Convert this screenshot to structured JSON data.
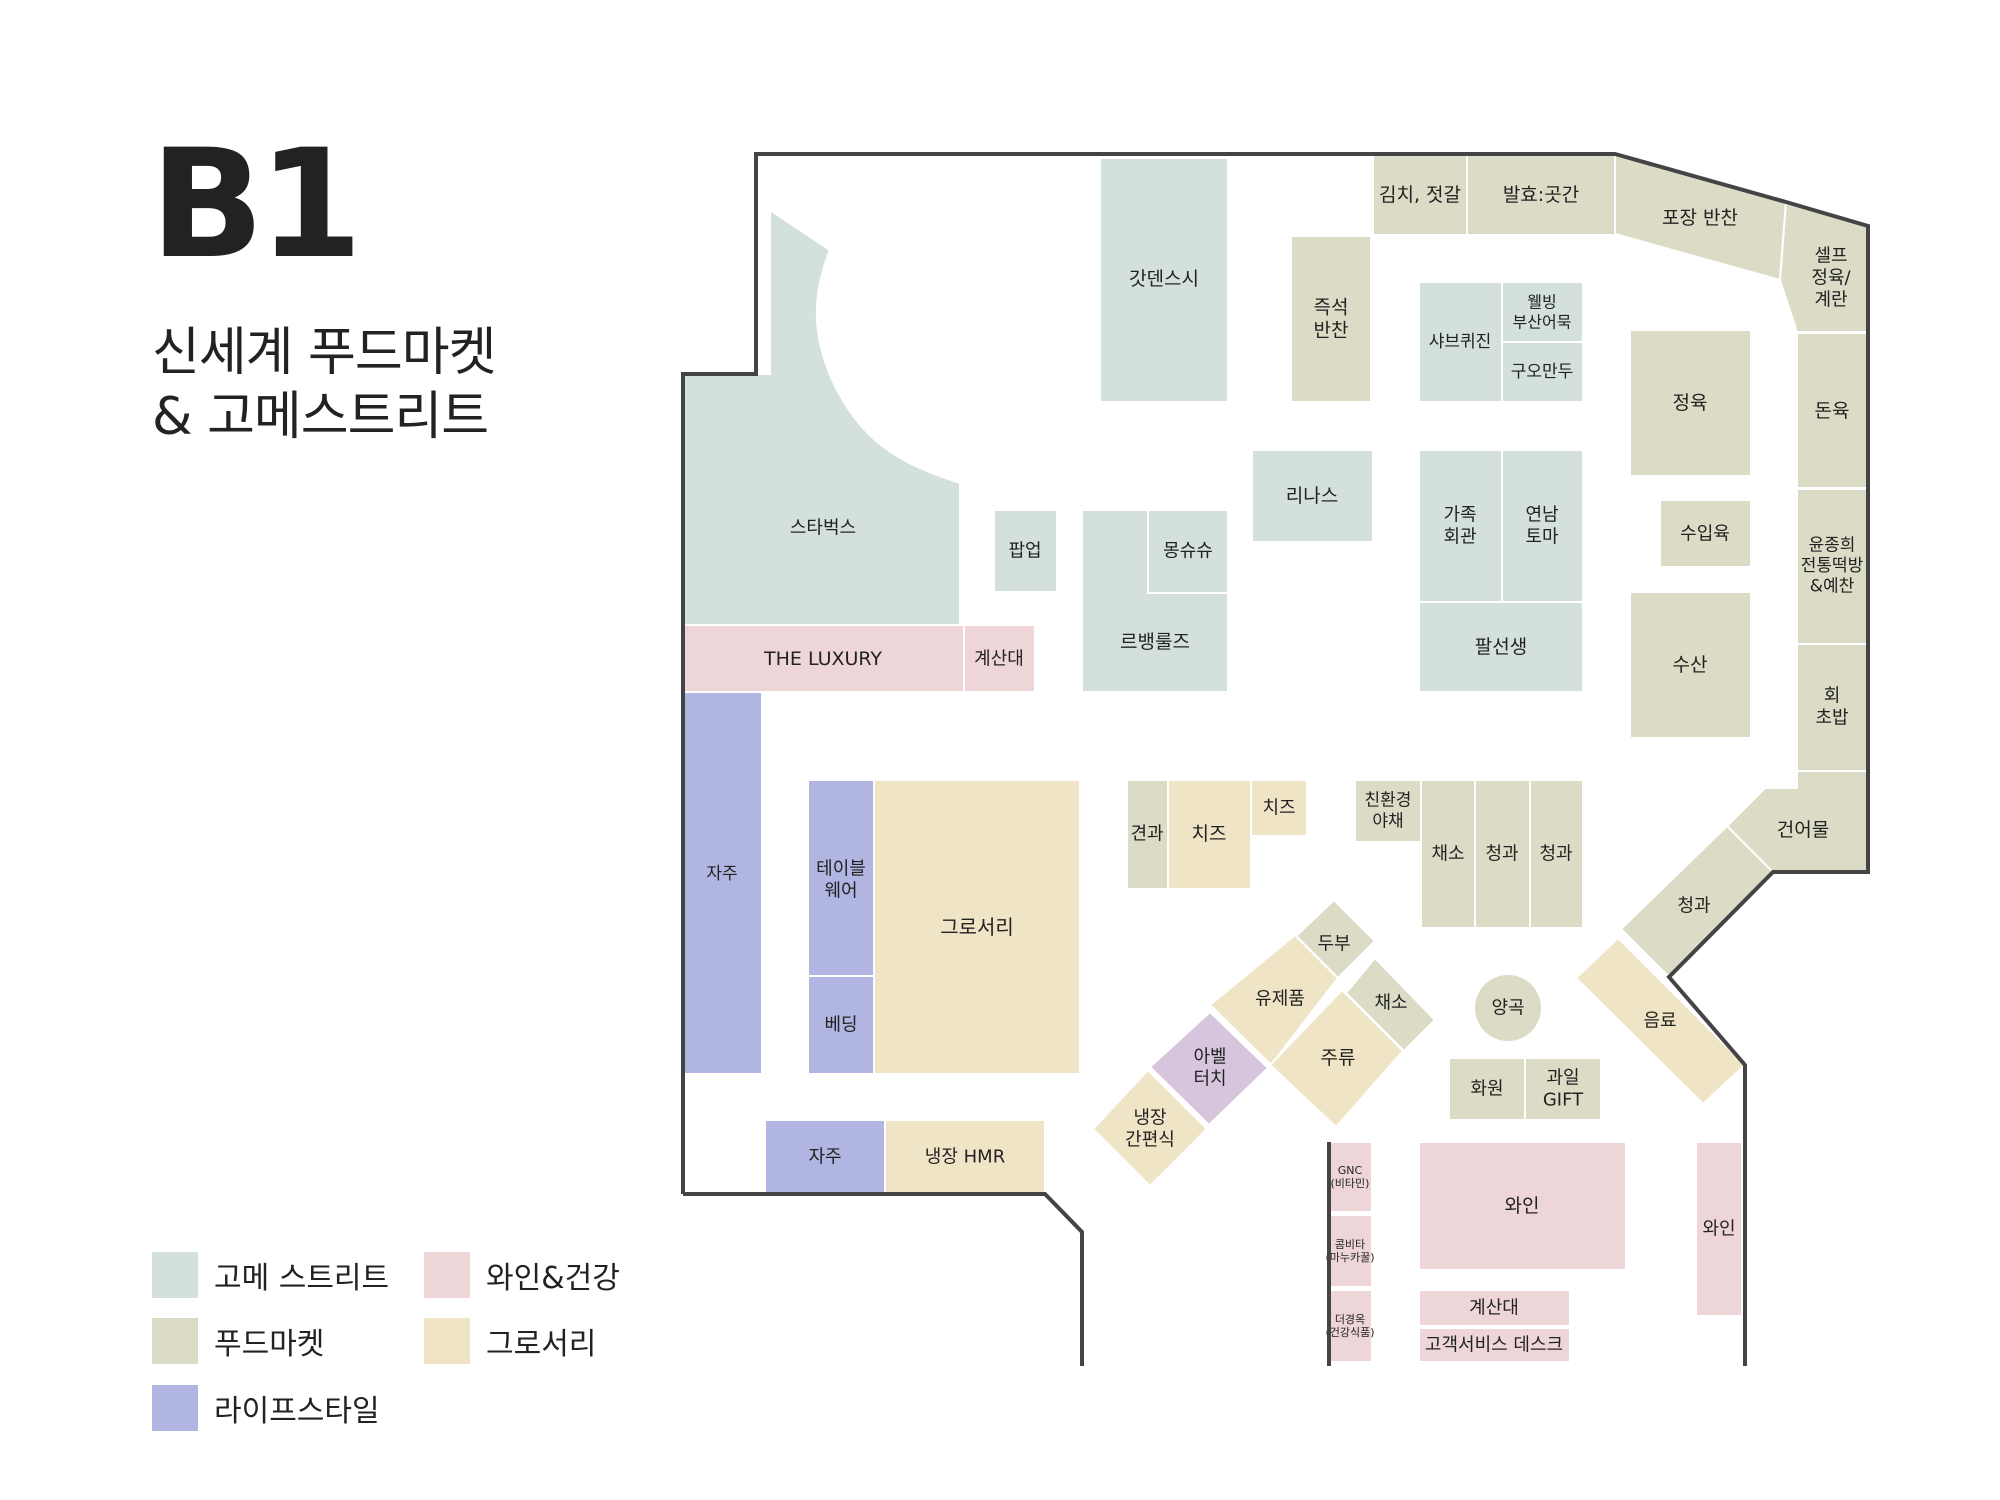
{
  "floor": "B1",
  "title_line1": "신세계 푸드마켓",
  "title_line2": "& 고메스트리트",
  "colors": {
    "gourmet": "#d3e0dc",
    "foodmarket": "#dbdbc6",
    "lifestyle": "#b1b5e1",
    "wine": "#eed6d8",
    "grocery": "#f0e4c7",
    "abel": "#d6c5dd",
    "wall": "#444444"
  },
  "legend": [
    {
      "label": "고메 스트리트",
      "color": "#d3e0dc"
    },
    {
      "label": "와인&건강",
      "color": "#eed6d8"
    },
    {
      "label": "푸드마켓",
      "color": "#dbdbc6"
    },
    {
      "label": "그로서리",
      "color": "#f0e4c7"
    },
    {
      "label": "라이프스타일",
      "color": "#b1b5e1"
    }
  ],
  "stores": {
    "starbucks": "스타벅스",
    "gatdensushi": "갓덴스시",
    "jeukseok": [
      "즉석",
      "반찬"
    ],
    "kimchi": "김치, 젓갈",
    "balhyo": "발효:곳간",
    "pojang": "포장 반찬",
    "self": [
      "셀프",
      "정육/",
      "계란"
    ],
    "shabu": "샤브퀴진",
    "wellbing": [
      "웰빙",
      "부산어묵"
    ],
    "guo": "구오만두",
    "jeongyuk": "정육",
    "donyuk": "돈육",
    "linas": "리나스",
    "gajok": [
      "가족",
      "회관"
    ],
    "yeonnam": [
      "연남",
      "토마"
    ],
    "suipyuk": "수입육",
    "yunjonghui": [
      "윤종희",
      "전통떡방",
      "&예찬"
    ],
    "popup": "팝업",
    "mongshu": "몽슈슈",
    "lebengrules": "르뱅룰즈",
    "palseon": "팔선생",
    "susan": "수산",
    "hoe": [
      "회",
      "초밥"
    ],
    "luxury": "THE LUXURY",
    "checkout1": "계산대",
    "jaju1": "자주",
    "table": [
      "테이블",
      "웨어"
    ],
    "bedding": "베딩",
    "grocery": "그로서리",
    "gyeongwa": "견과",
    "cheese1": "치즈",
    "cheese2": "치즈",
    "eco": [
      "친환경",
      "야채"
    ],
    "veg": "채소",
    "fruit1": "청과",
    "fruit2": "청과",
    "dried": "건어물",
    "fruit3": "청과",
    "tofu": "두부",
    "dairy": "유제품",
    "veg2": "채소",
    "liquor": "주류",
    "abel": [
      "아벨",
      "터치"
    ],
    "frozen": [
      "냉장",
      "간편식"
    ],
    "grain": "양곡",
    "drinks": "음료",
    "flower": "화원",
    "gift": [
      "과일",
      "GIFT"
    ],
    "jaju2": "자주",
    "hmr": "냉장 HMR",
    "gnc": [
      "GNC",
      "(비타민)"
    ],
    "kombucha": [
      "콤비타",
      "(마누카꿀)"
    ],
    "deokyuk": [
      "더경옥",
      "(건강식품)"
    ],
    "wine1": "와인",
    "wine2": "와인",
    "checkout2": "계산대",
    "service": "고객서비스 데스크"
  }
}
